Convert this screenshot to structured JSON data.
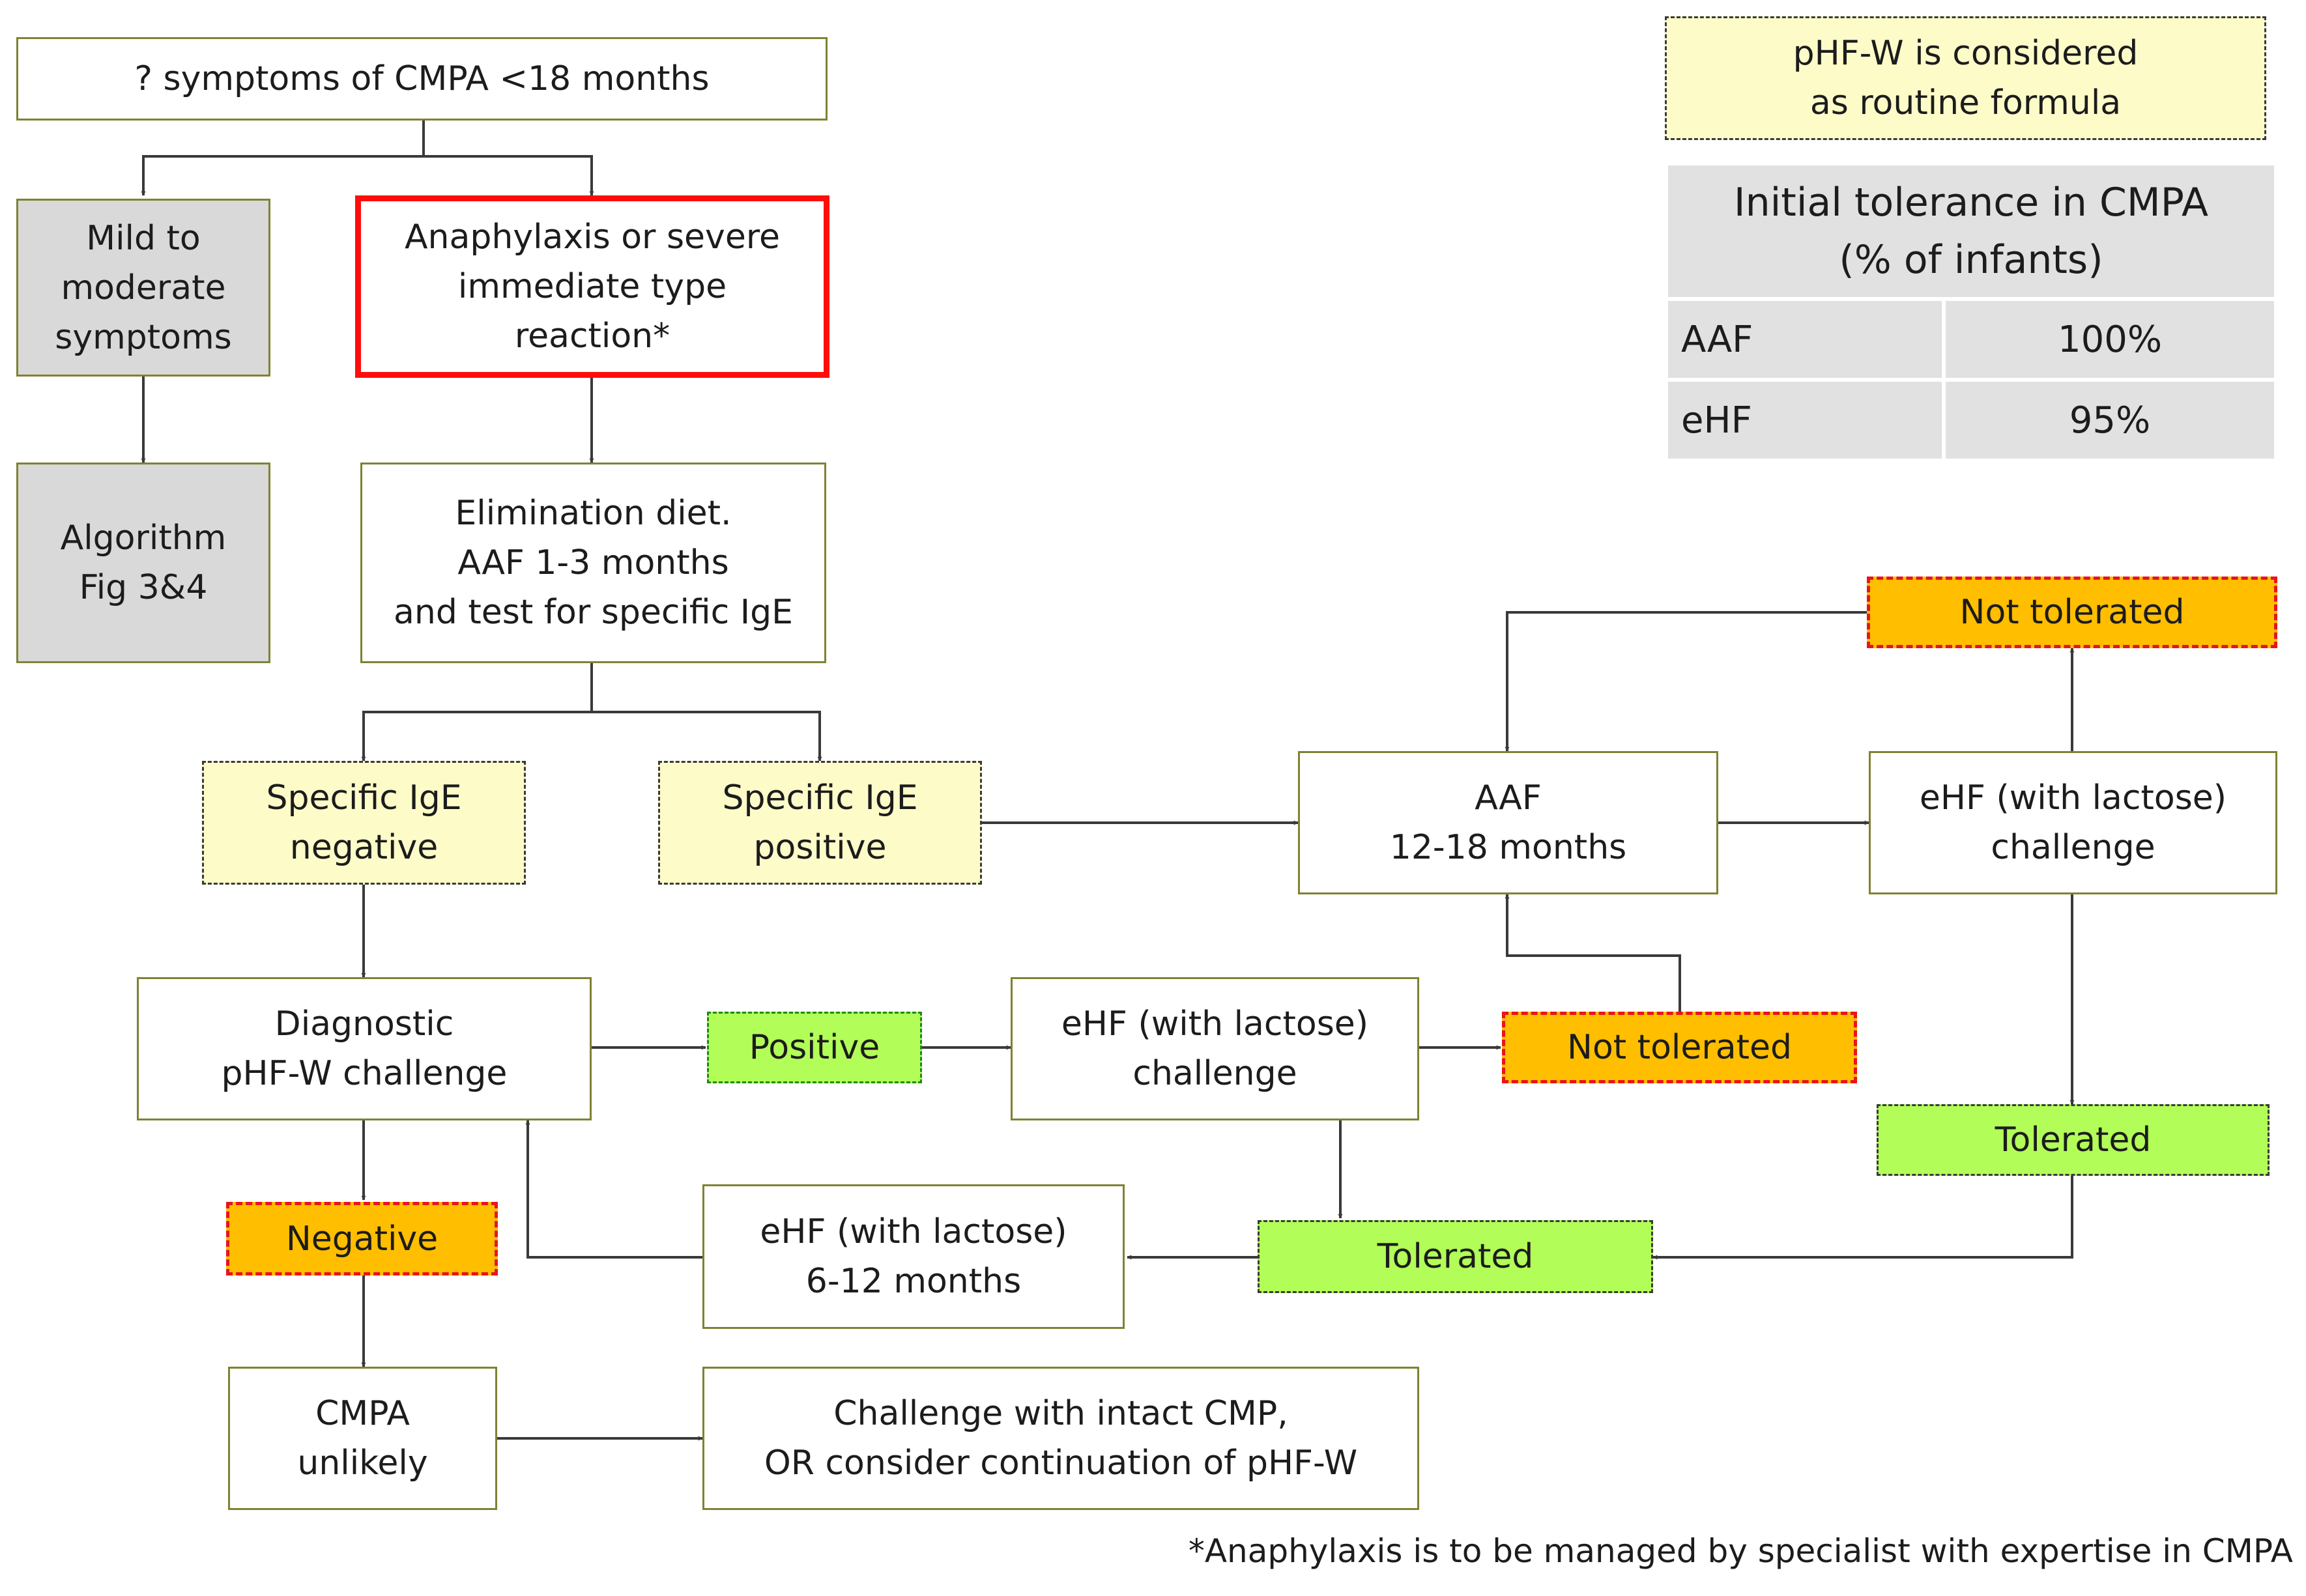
{
  "nodes": {
    "start": "? symptoms of CMPA <18 months",
    "mild": "Mild to\nmoderate\nsymptoms",
    "severe": "Anaphylaxis or severe\nimmediate type\nreaction*",
    "algorithm": "Algorithm\nFig 3&4",
    "elimination": "Elimination diet.\nAAF 1-3 months\nand test for specific IgE",
    "ige_negative": "Specific IgE\nnegative",
    "ige_positive": "Specific IgE\npositive",
    "aaf_long": "AAF\n12-18 months",
    "ehf_challenge_right": "eHF (with lactose)\nchallenge",
    "not_tolerated_top": "Not tolerated",
    "diagnostic": "Diagnostic\npHF-W challenge",
    "positive": "Positive",
    "ehf_challenge_mid": "eHF (with lactose)\nchallenge",
    "not_tolerated_mid": "Not tolerated",
    "tolerated_right": "Tolerated",
    "negative": "Negative",
    "ehf_6_12": "eHF (with lactose)\n6-12 months",
    "tolerated_mid": "Tolerated",
    "cmpa_unlikely": "CMPA\nunlikely",
    "challenge_intact": "Challenge with intact CMP,\nOR consider continuation of pHF-W"
  },
  "note": "pHF-W is considered\nas routine formula",
  "tolerance_table": {
    "header": "Initial tolerance in CMPA\n(% of infants)",
    "rows": [
      {
        "name": "AAF",
        "value": "100%"
      },
      {
        "name": "eHF",
        "value": "95%"
      }
    ]
  },
  "footnote": "*Anaphylaxis is to be managed by specialist with expertise in CMPA",
  "colors": {
    "box_border": "#7f8232",
    "severe_border": "#ff0d0d",
    "ige_fill": "#fdfcc9",
    "tolerated_fill": "#b2fd58",
    "not_tolerated_fill": "#ffbe00",
    "not_tolerated_border": "#e8141e",
    "grey_fill": "#d9d9d9",
    "table_fill": "#e1e1e1",
    "connector": "#3a3a3a"
  },
  "edges": [
    [
      "start",
      "mild"
    ],
    [
      "start",
      "severe"
    ],
    [
      "mild",
      "algorithm"
    ],
    [
      "severe",
      "elimination"
    ],
    [
      "elimination",
      "ige_negative"
    ],
    [
      "elimination",
      "ige_positive"
    ],
    [
      "ige_positive",
      "aaf_long"
    ],
    [
      "aaf_long",
      "ehf_challenge_right"
    ],
    [
      "ehf_challenge_right",
      "not_tolerated_top"
    ],
    [
      "not_tolerated_top",
      "aaf_long"
    ],
    [
      "ehf_challenge_right",
      "tolerated_right"
    ],
    [
      "tolerated_right",
      "tolerated_mid"
    ],
    [
      "ige_negative",
      "diagnostic"
    ],
    [
      "diagnostic",
      "positive"
    ],
    [
      "positive",
      "ehf_challenge_mid"
    ],
    [
      "ehf_challenge_mid",
      "not_tolerated_mid"
    ],
    [
      "not_tolerated_mid",
      "aaf_long"
    ],
    [
      "ehf_challenge_mid",
      "tolerated_mid"
    ],
    [
      "tolerated_mid",
      "ehf_6_12"
    ],
    [
      "ehf_6_12",
      "diagnostic"
    ],
    [
      "diagnostic",
      "negative"
    ],
    [
      "negative",
      "cmpa_unlikely"
    ],
    [
      "cmpa_unlikely",
      "challenge_intact"
    ]
  ]
}
